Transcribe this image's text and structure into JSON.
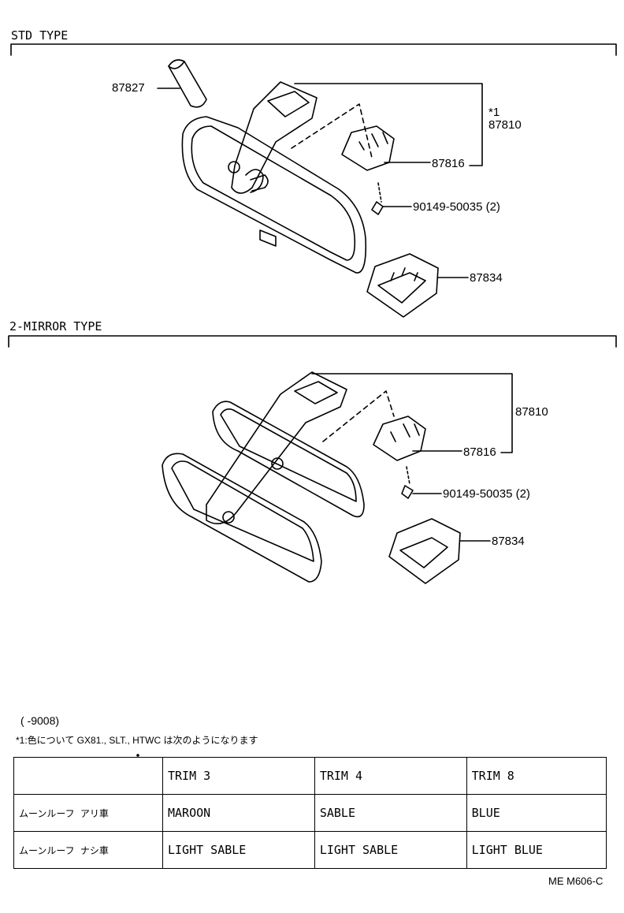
{
  "sections": {
    "std": {
      "title": "STD TYPE"
    },
    "two_mirror": {
      "title": "2-MIRROR TYPE"
    }
  },
  "std_labels": {
    "rod": "87827",
    "mark": "*1",
    "mirror": "87810",
    "bracket": "87816",
    "screw": "90149-50035 (2)",
    "cover": "87834"
  },
  "two_labels": {
    "mirror": "87810",
    "bracket": "87816",
    "screw": "90149-50035 (2)",
    "cover": "87834"
  },
  "note": {
    "range": "(      -9008)",
    "line": "*1:色について GX81., SLT., HTWC は次のようになります"
  },
  "table": {
    "headers": [
      "",
      "TRIM 3",
      "TRIM 4",
      "TRIM 8"
    ],
    "rows": [
      [
        "ムーンルーフ アリ車",
        "MAROON",
        "SABLE",
        "BLUE"
      ],
      [
        "ムーンルーフ ナシ車",
        "LIGHT SABLE",
        "LIGHT SABLE",
        "LIGHT BLUE"
      ]
    ]
  },
  "footer": "ME  M606-C"
}
